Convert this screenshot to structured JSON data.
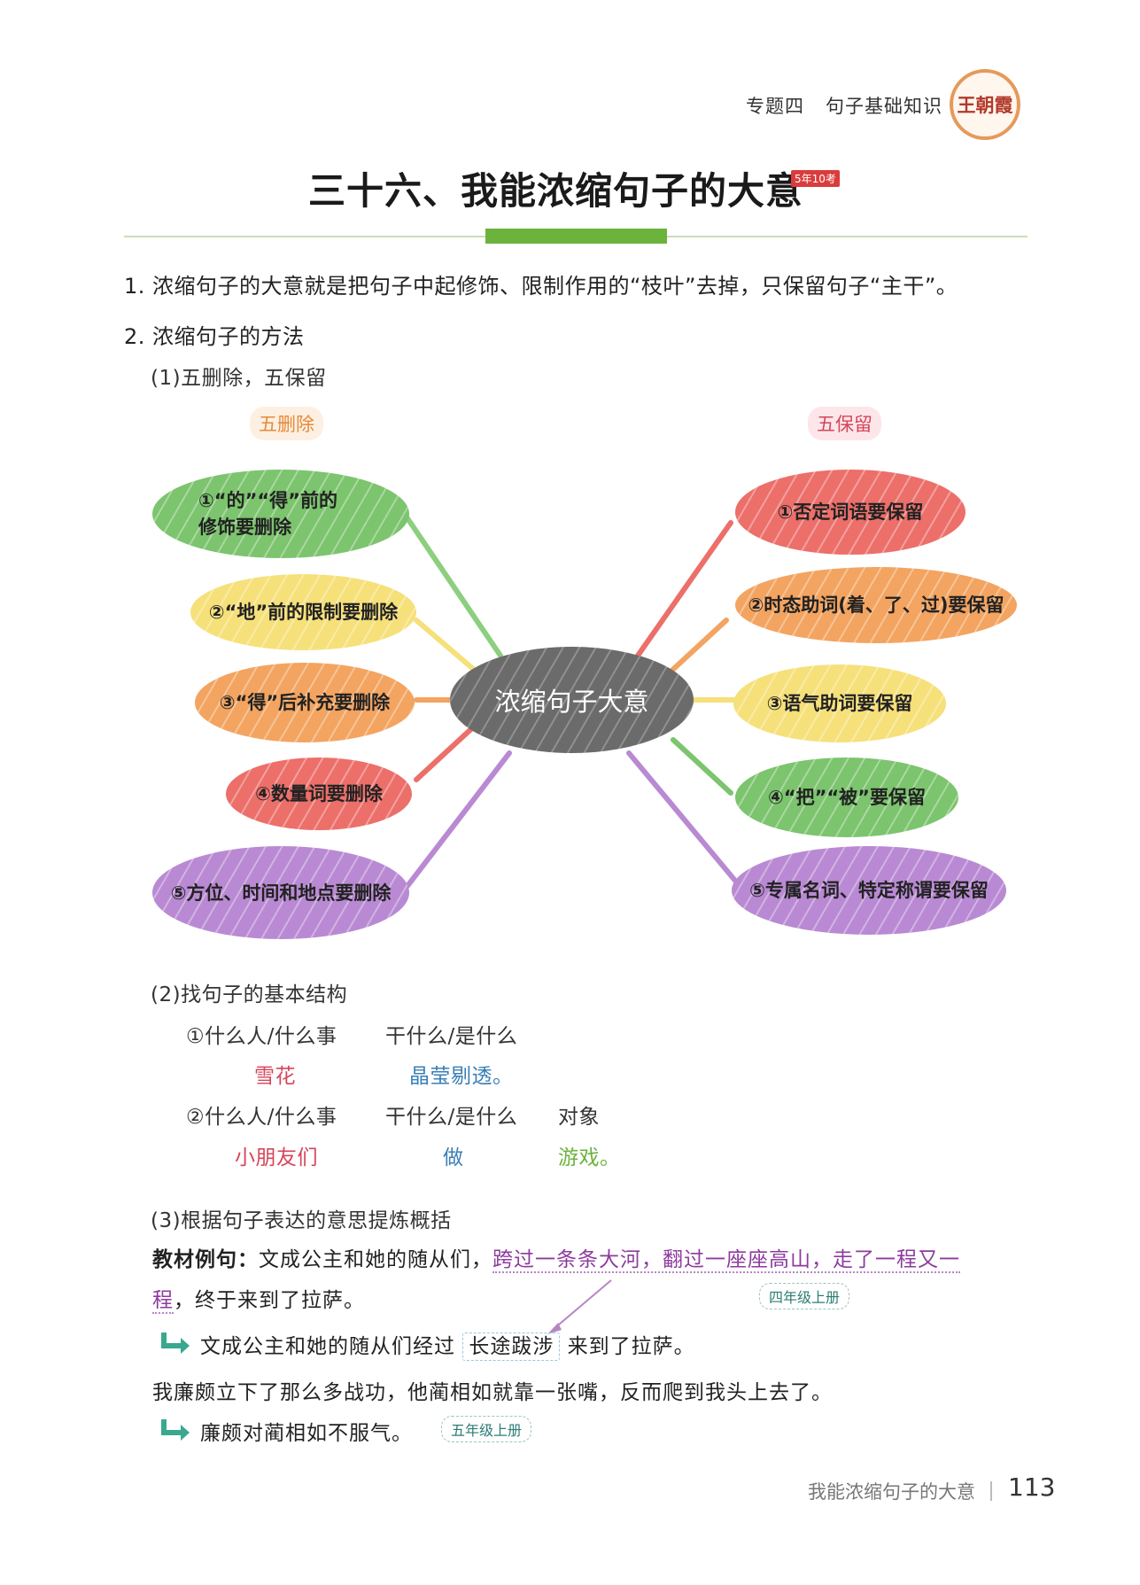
{
  "header": {
    "unit": "专题四",
    "topic": "句子基础知识",
    "logo_text": "王朝霞"
  },
  "title": {
    "text": "三十六、我能浓缩句子的大意",
    "badge": "5年10考"
  },
  "points": {
    "p1": "1. 浓缩句子的大意就是把句子中起修饰、限制作用的“枝叶”去掉，只保留句子“主干”。",
    "p2": "2. 浓缩句子的方法",
    "m1": "(1)五删除，五保留"
  },
  "mindmap": {
    "center": "浓缩句子大意",
    "left_label": "五删除",
    "right_label": "五保留",
    "left": [
      {
        "text": "①“的”“得”前的修饰要删除",
        "color": "#7cc46e"
      },
      {
        "text": "②“地”前的限制要删除",
        "color": "#f6e07a"
      },
      {
        "text": "③“得”后补充要删除",
        "color": "#f3a460"
      },
      {
        "text": "④数量词要删除",
        "color": "#ec6f6a"
      },
      {
        "text": "⑤方位、时间和地点要删除",
        "color": "#b98ad3"
      }
    ],
    "right": [
      {
        "text": "①否定词语要保留",
        "color": "#ec6f6a"
      },
      {
        "text": "②时态助词(着、了、过)要保留",
        "color": "#f3a460"
      },
      {
        "text": "③语气助词要保留",
        "color": "#f6e07a"
      },
      {
        "text": "④“把”“被”要保留",
        "color": "#7cc46e"
      },
      {
        "text": "⑤专属名词、特定称谓要保留",
        "color": "#b98ad3"
      }
    ],
    "left_line1": "①“的”“得”前的",
    "left_line2": "修饰要删除"
  },
  "structure": {
    "heading": "(2)找句子的基本结构",
    "row1": {
      "who": "①什么人/什么事",
      "what": "干什么/是什么"
    },
    "row1_ex": {
      "who": "雪花",
      "what": "晶莹剔透。"
    },
    "row2": {
      "who": "②什么人/什么事",
      "what": "干什么/是什么",
      "obj": "对象"
    },
    "row2_ex": {
      "who": "小朋友们",
      "what": "做",
      "obj": "游戏。"
    }
  },
  "summary": {
    "heading": "(3)根据句子表达的意思提炼概括",
    "example_label": "教材例句：",
    "example_part1": "文成公主和她的随从们，",
    "example_purple": "跨过一条条大河，翻过一座座高山，走了一程又一",
    "example_purple2": "程",
    "example_part2": "，终于来到了拉萨。",
    "grade1": "四年级上册",
    "answer1_a": "文成公主和她的随从们经过",
    "answer1_box": "长途跋涉",
    "answer1_b": "来到了拉萨。",
    "example2": "我廉颇立下了那么多战功，他蔺相如就靠一张嘴，反而爬到我头上去了。",
    "answer2": "廉颇对蔺相如不服气。",
    "grade2": "五年级上册"
  },
  "footer": {
    "text": "我能浓缩句子的大意",
    "page": "113"
  }
}
